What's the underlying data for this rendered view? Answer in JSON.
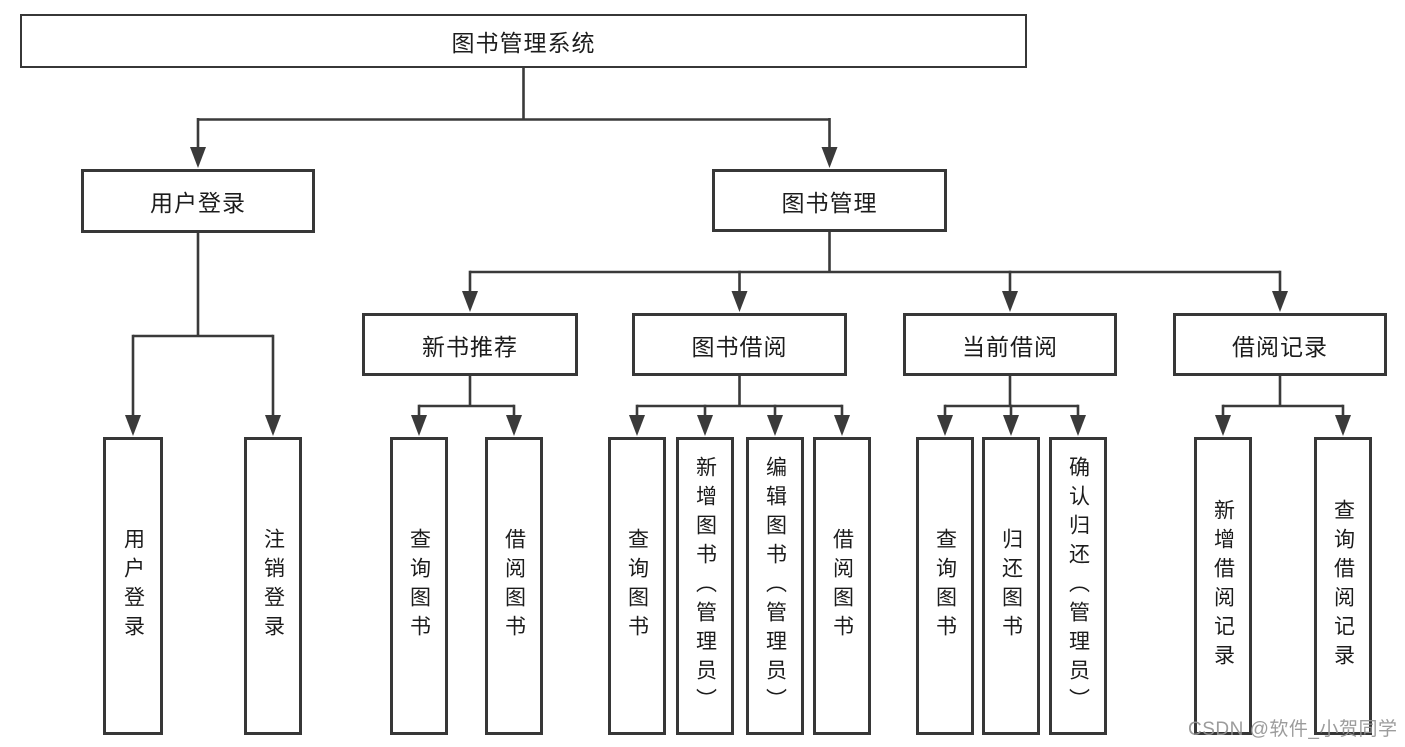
{
  "root": {
    "label": "图书管理系统"
  },
  "user_login": {
    "label": "用户登录",
    "children": [
      "用户登录",
      "注销登录"
    ]
  },
  "book_management": {
    "label": "图书管理",
    "sections": [
      {
        "label": "新书推荐",
        "children": [
          "查询图书",
          "借阅图书"
        ]
      },
      {
        "label": "图书借阅",
        "children": [
          "查询图书",
          "新增图书（管理员）",
          "编辑图书（管理员）",
          "借阅图书"
        ]
      },
      {
        "label": "当前借阅",
        "children": [
          "查询图书",
          "归还图书",
          "确认归还（管理员）"
        ]
      },
      {
        "label": "借阅记录",
        "children": [
          "新增借阅记录",
          "查询借阅记录"
        ]
      }
    ]
  },
  "watermark": "CSDN @软件_小贺同学",
  "colors": {
    "line": "#3a3a3a",
    "border": "#373737",
    "text": "#1c1c1c",
    "watermark_gray": "#949494",
    "background": "#ffffff"
  }
}
